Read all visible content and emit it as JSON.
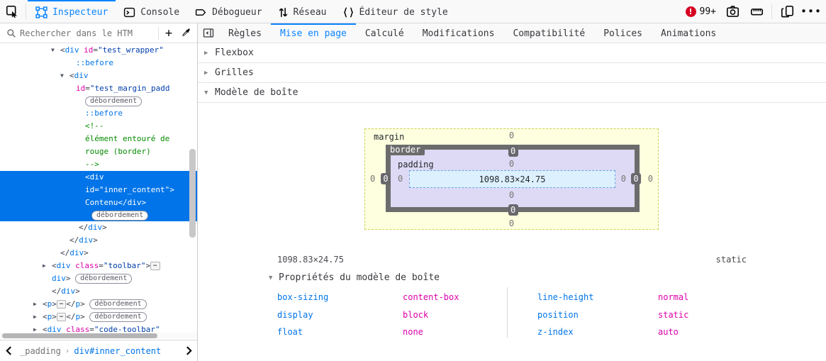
{
  "colors": {
    "accent": "#0a84ff",
    "selection": "#0074e8",
    "error": "#d70022",
    "margin_bg": "#fdffdf",
    "padding_bg": "#ded9f4",
    "content_bg": "#ddf0fd",
    "border_gray": "#6c6c6c"
  },
  "top_toolbar": {
    "tabs": [
      {
        "label": "Inspecteur",
        "icon": "inspector-icon",
        "active": true
      },
      {
        "label": "Console",
        "icon": "console-icon",
        "active": false
      },
      {
        "label": "Débogueur",
        "icon": "debugger-icon",
        "active": false
      },
      {
        "label": "Réseau",
        "icon": "network-icon",
        "active": false
      },
      {
        "label": "Éditeur de style",
        "icon": "style-editor-icon",
        "active": false
      }
    ],
    "error_count": "99+"
  },
  "inspector_toolbar": {
    "search_placeholder": "Rechercher dans le HTM",
    "add_label": "+"
  },
  "markup_tree": {
    "rows": [
      {
        "indent": 85,
        "arrow": "down",
        "tokens": [
          [
            "p",
            "<"
          ],
          [
            "tag",
            "div"
          ],
          [
            "sp",
            " "
          ],
          [
            "attr",
            "id"
          ],
          [
            "p",
            "="
          ],
          [
            "val",
            "\"test_wrapper\""
          ]
        ]
      },
      {
        "indent": 107,
        "tokens": [
          [
            "pseudo",
            "::before"
          ]
        ]
      },
      {
        "indent": 98,
        "arrow": "down",
        "tokens": [
          [
            "p",
            "<"
          ],
          [
            "tag",
            "div"
          ]
        ]
      },
      {
        "indent": 107,
        "tokens": [
          [
            "attr",
            "id"
          ],
          [
            "p",
            "="
          ],
          [
            "val",
            "\"test_margin_padd"
          ]
        ]
      },
      {
        "indent": 120,
        "tokens": [
          [
            "badge",
            "débordement"
          ]
        ]
      },
      {
        "indent": 120,
        "tokens": [
          [
            "pseudo",
            "::before"
          ]
        ]
      },
      {
        "indent": 120,
        "tokens": [
          [
            "comment",
            "<!--"
          ]
        ]
      },
      {
        "indent": 120,
        "tokens": [
          [
            "comment",
            "élément entouré de"
          ]
        ]
      },
      {
        "indent": 120,
        "tokens": [
          [
            "comment",
            "rouge (border)"
          ]
        ]
      },
      {
        "indent": 120,
        "tokens": [
          [
            "comment",
            "-->"
          ]
        ]
      },
      {
        "indent": 120,
        "selected": true,
        "tokens": [
          [
            "p",
            "<"
          ],
          [
            "tag",
            "div"
          ]
        ]
      },
      {
        "indent": 120,
        "selected": true,
        "tokens": [
          [
            "attr",
            "id"
          ],
          [
            "p",
            "="
          ],
          [
            "val",
            "\"inner_content\""
          ],
          [
            "p",
            ">"
          ]
        ]
      },
      {
        "indent": 120,
        "selected": true,
        "tokens": [
          [
            "text",
            "Contenu"
          ],
          [
            "p",
            "</"
          ],
          [
            "tag",
            "div"
          ],
          [
            "p",
            ">"
          ]
        ]
      },
      {
        "indent": 129,
        "selected": true,
        "tokens": [
          [
            "badge",
            "débordement"
          ]
        ]
      },
      {
        "indent": 111,
        "tokens": [
          [
            "p",
            "</"
          ],
          [
            "tag",
            "div"
          ],
          [
            "p",
            ">"
          ]
        ]
      },
      {
        "indent": 98,
        "tokens": [
          [
            "p",
            "</"
          ],
          [
            "tag",
            "div"
          ],
          [
            "p",
            ">"
          ]
        ]
      },
      {
        "indent": 85,
        "tokens": [
          [
            "p",
            "</"
          ],
          [
            "tag",
            "div"
          ],
          [
            "p",
            ">"
          ]
        ]
      },
      {
        "indent": 73,
        "arrow": "right",
        "tokens": [
          [
            "p",
            "<"
          ],
          [
            "tag",
            "div"
          ],
          [
            "sp",
            " "
          ],
          [
            "attr",
            "class"
          ],
          [
            "p",
            "="
          ],
          [
            "val",
            "\"toolbar\""
          ],
          [
            "p",
            ">"
          ],
          [
            "more",
            "⋯"
          ]
        ]
      },
      {
        "indent": 73,
        "tokens": [
          [
            "tag",
            "div"
          ],
          [
            "p",
            ">"
          ],
          [
            "sp",
            " "
          ],
          [
            "badge",
            "débordement"
          ]
        ]
      },
      {
        "indent": 73,
        "tokens": [
          [
            "p",
            "</"
          ],
          [
            "tag",
            "div"
          ],
          [
            "p",
            ">"
          ]
        ]
      },
      {
        "indent": 60,
        "arrow": "right",
        "tokens": [
          [
            "p",
            "<"
          ],
          [
            "tag",
            "p"
          ],
          [
            "p",
            ">"
          ],
          [
            "more",
            "⋯"
          ],
          [
            "p",
            "</"
          ],
          [
            "tag",
            "p"
          ],
          [
            "p",
            ">"
          ],
          [
            "sp",
            " "
          ],
          [
            "badge",
            "débordement"
          ]
        ]
      },
      {
        "indent": 60,
        "arrow": "right",
        "tokens": [
          [
            "p",
            "<"
          ],
          [
            "tag",
            "p"
          ],
          [
            "p",
            ">"
          ],
          [
            "more",
            "⋯"
          ],
          [
            "p",
            "</"
          ],
          [
            "tag",
            "p"
          ],
          [
            "p",
            ">"
          ],
          [
            "sp",
            " "
          ],
          [
            "badge",
            "débordement"
          ]
        ]
      },
      {
        "indent": 60,
        "arrow": "right",
        "tokens": [
          [
            "p",
            "<"
          ],
          [
            "tag",
            "div"
          ],
          [
            "sp",
            " "
          ],
          [
            "attr",
            "class"
          ],
          [
            "p",
            "="
          ],
          [
            "val",
            "\"code-toolbar\""
          ]
        ]
      }
    ]
  },
  "breadcrumb": {
    "items": [
      {
        "label": "_padding",
        "selected": false
      },
      {
        "label": "div#inner_content",
        "selected": true
      }
    ]
  },
  "layout_panel": {
    "tabs": [
      {
        "label": "Règles",
        "active": false
      },
      {
        "label": "Mise en page",
        "active": true
      },
      {
        "label": "Calculé",
        "active": false
      },
      {
        "label": "Modifications",
        "active": false
      },
      {
        "label": "Compatibilité",
        "active": false
      },
      {
        "label": "Polices",
        "active": false
      },
      {
        "label": "Animations",
        "active": false
      }
    ],
    "sections": [
      {
        "label": "Flexbox",
        "expanded": false
      },
      {
        "label": "Grilles",
        "expanded": false
      },
      {
        "label": "Modèle de boîte",
        "expanded": true
      }
    ],
    "boxmodel": {
      "margin_label": "margin",
      "border_label": "border",
      "padding_label": "padding",
      "content_size": "1098.83×24.75",
      "values": {
        "margin": {
          "top": "0",
          "right": "0",
          "bottom": "0",
          "left": "0"
        },
        "border": {
          "top": "0",
          "right": "0",
          "bottom": "0",
          "left": "0"
        },
        "padding": {
          "top": "0",
          "right": "0",
          "bottom": "0",
          "left": "0"
        }
      },
      "dimensions": "1098.83×24.75",
      "position": "static",
      "properties_title": "Propriétés du modèle de boîte",
      "properties_col1": [
        {
          "name": "box-sizing",
          "value": "content-box"
        },
        {
          "name": "display",
          "value": "block"
        },
        {
          "name": "float",
          "value": "none"
        }
      ],
      "properties_col2": [
        {
          "name": "line-height",
          "value": "normal"
        },
        {
          "name": "position",
          "value": "static"
        },
        {
          "name": "z-index",
          "value": "auto"
        }
      ]
    }
  }
}
